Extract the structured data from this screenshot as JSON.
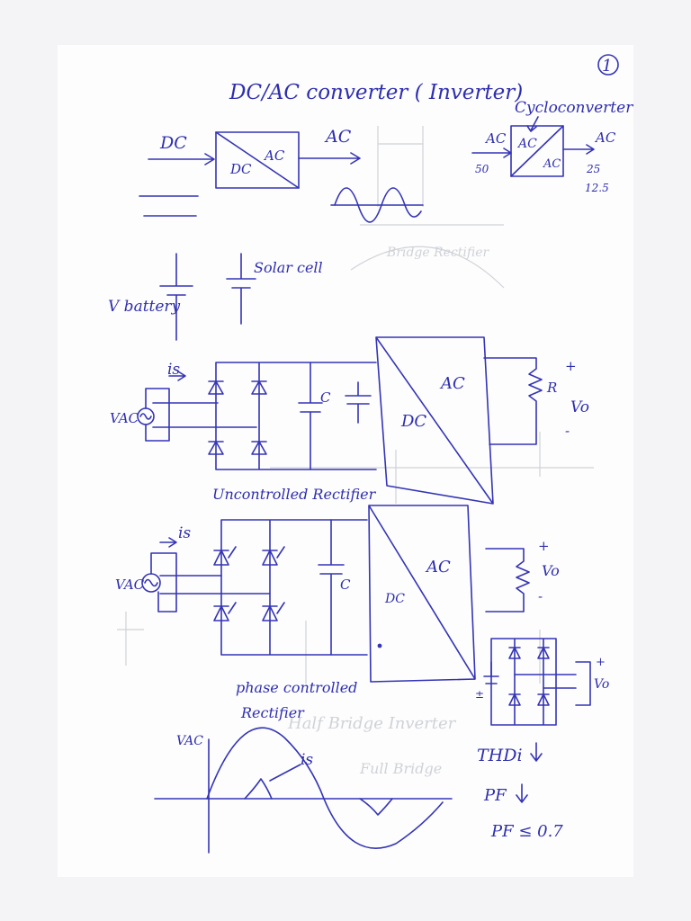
{
  "page_number": "1",
  "title": "DC/AC converter ( Inverter)",
  "block1": {
    "in_label": "DC",
    "out_label": "AC",
    "upper": "AC",
    "lower": "DC"
  },
  "cyclo": {
    "title": "Cycloconverter",
    "in_label": "AC",
    "in_freq": "50",
    "upper": "AC",
    "lower": "AC",
    "out_label": "AC",
    "out_freq1": "25",
    "out_freq2": "12.5"
  },
  "sources": {
    "battery": "V battery",
    "solar": "Solar cell"
  },
  "circuit1": {
    "is": "is",
    "vac": "VAC",
    "cap": "C",
    "upper": "AC",
    "lower": "DC",
    "r": "R",
    "plus": "+",
    "vo": "Vo",
    "minus": "-",
    "caption": "Uncontrolled Rectifier"
  },
  "circuit2": {
    "is": "is",
    "vac": "VAC",
    "cap": "C",
    "upper": "AC",
    "lower": "DC",
    "plus": "+",
    "vo": "Vo",
    "minus": "-",
    "caption1": "phase controlled",
    "caption2": "Rectifier",
    "vo_small": "Vo",
    "plus_small": "+"
  },
  "waveform": {
    "vac": "VAC",
    "is": "is"
  },
  "notes": {
    "thd": "THDi",
    "pf": "PF",
    "pf_limit": "PF ≤ 0.7"
  },
  "show_through": [
    "Half Bridge Inverter",
    "Bridge Rectifier",
    "Full Bridge"
  ]
}
